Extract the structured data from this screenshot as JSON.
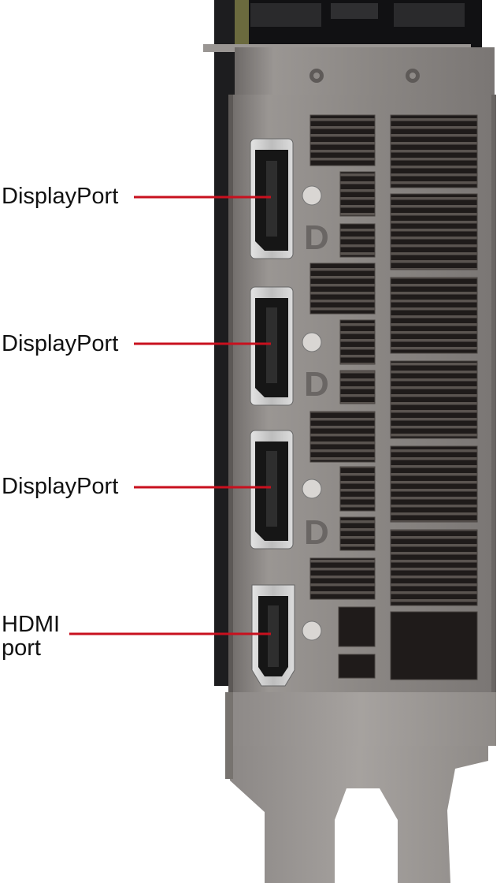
{
  "labels": [
    {
      "text": "DisplayPort"
    },
    {
      "text": "DisplayPort"
    },
    {
      "text": "DisplayPort"
    },
    {
      "text_line1": "HDMI",
      "text_line2": "port"
    }
  ],
  "colors": {
    "leader_line": "#c8101e",
    "bracket_metal": "#8d8986",
    "bracket_metal_dark": "#5c5856",
    "card_body": "#1d1d1f",
    "vent": "#242120",
    "connector_shell": "#cfcfcf",
    "label_text": "#111111"
  },
  "icons": [
    "displayport-logo-icon",
    "screw-icon",
    "vent-grille"
  ]
}
